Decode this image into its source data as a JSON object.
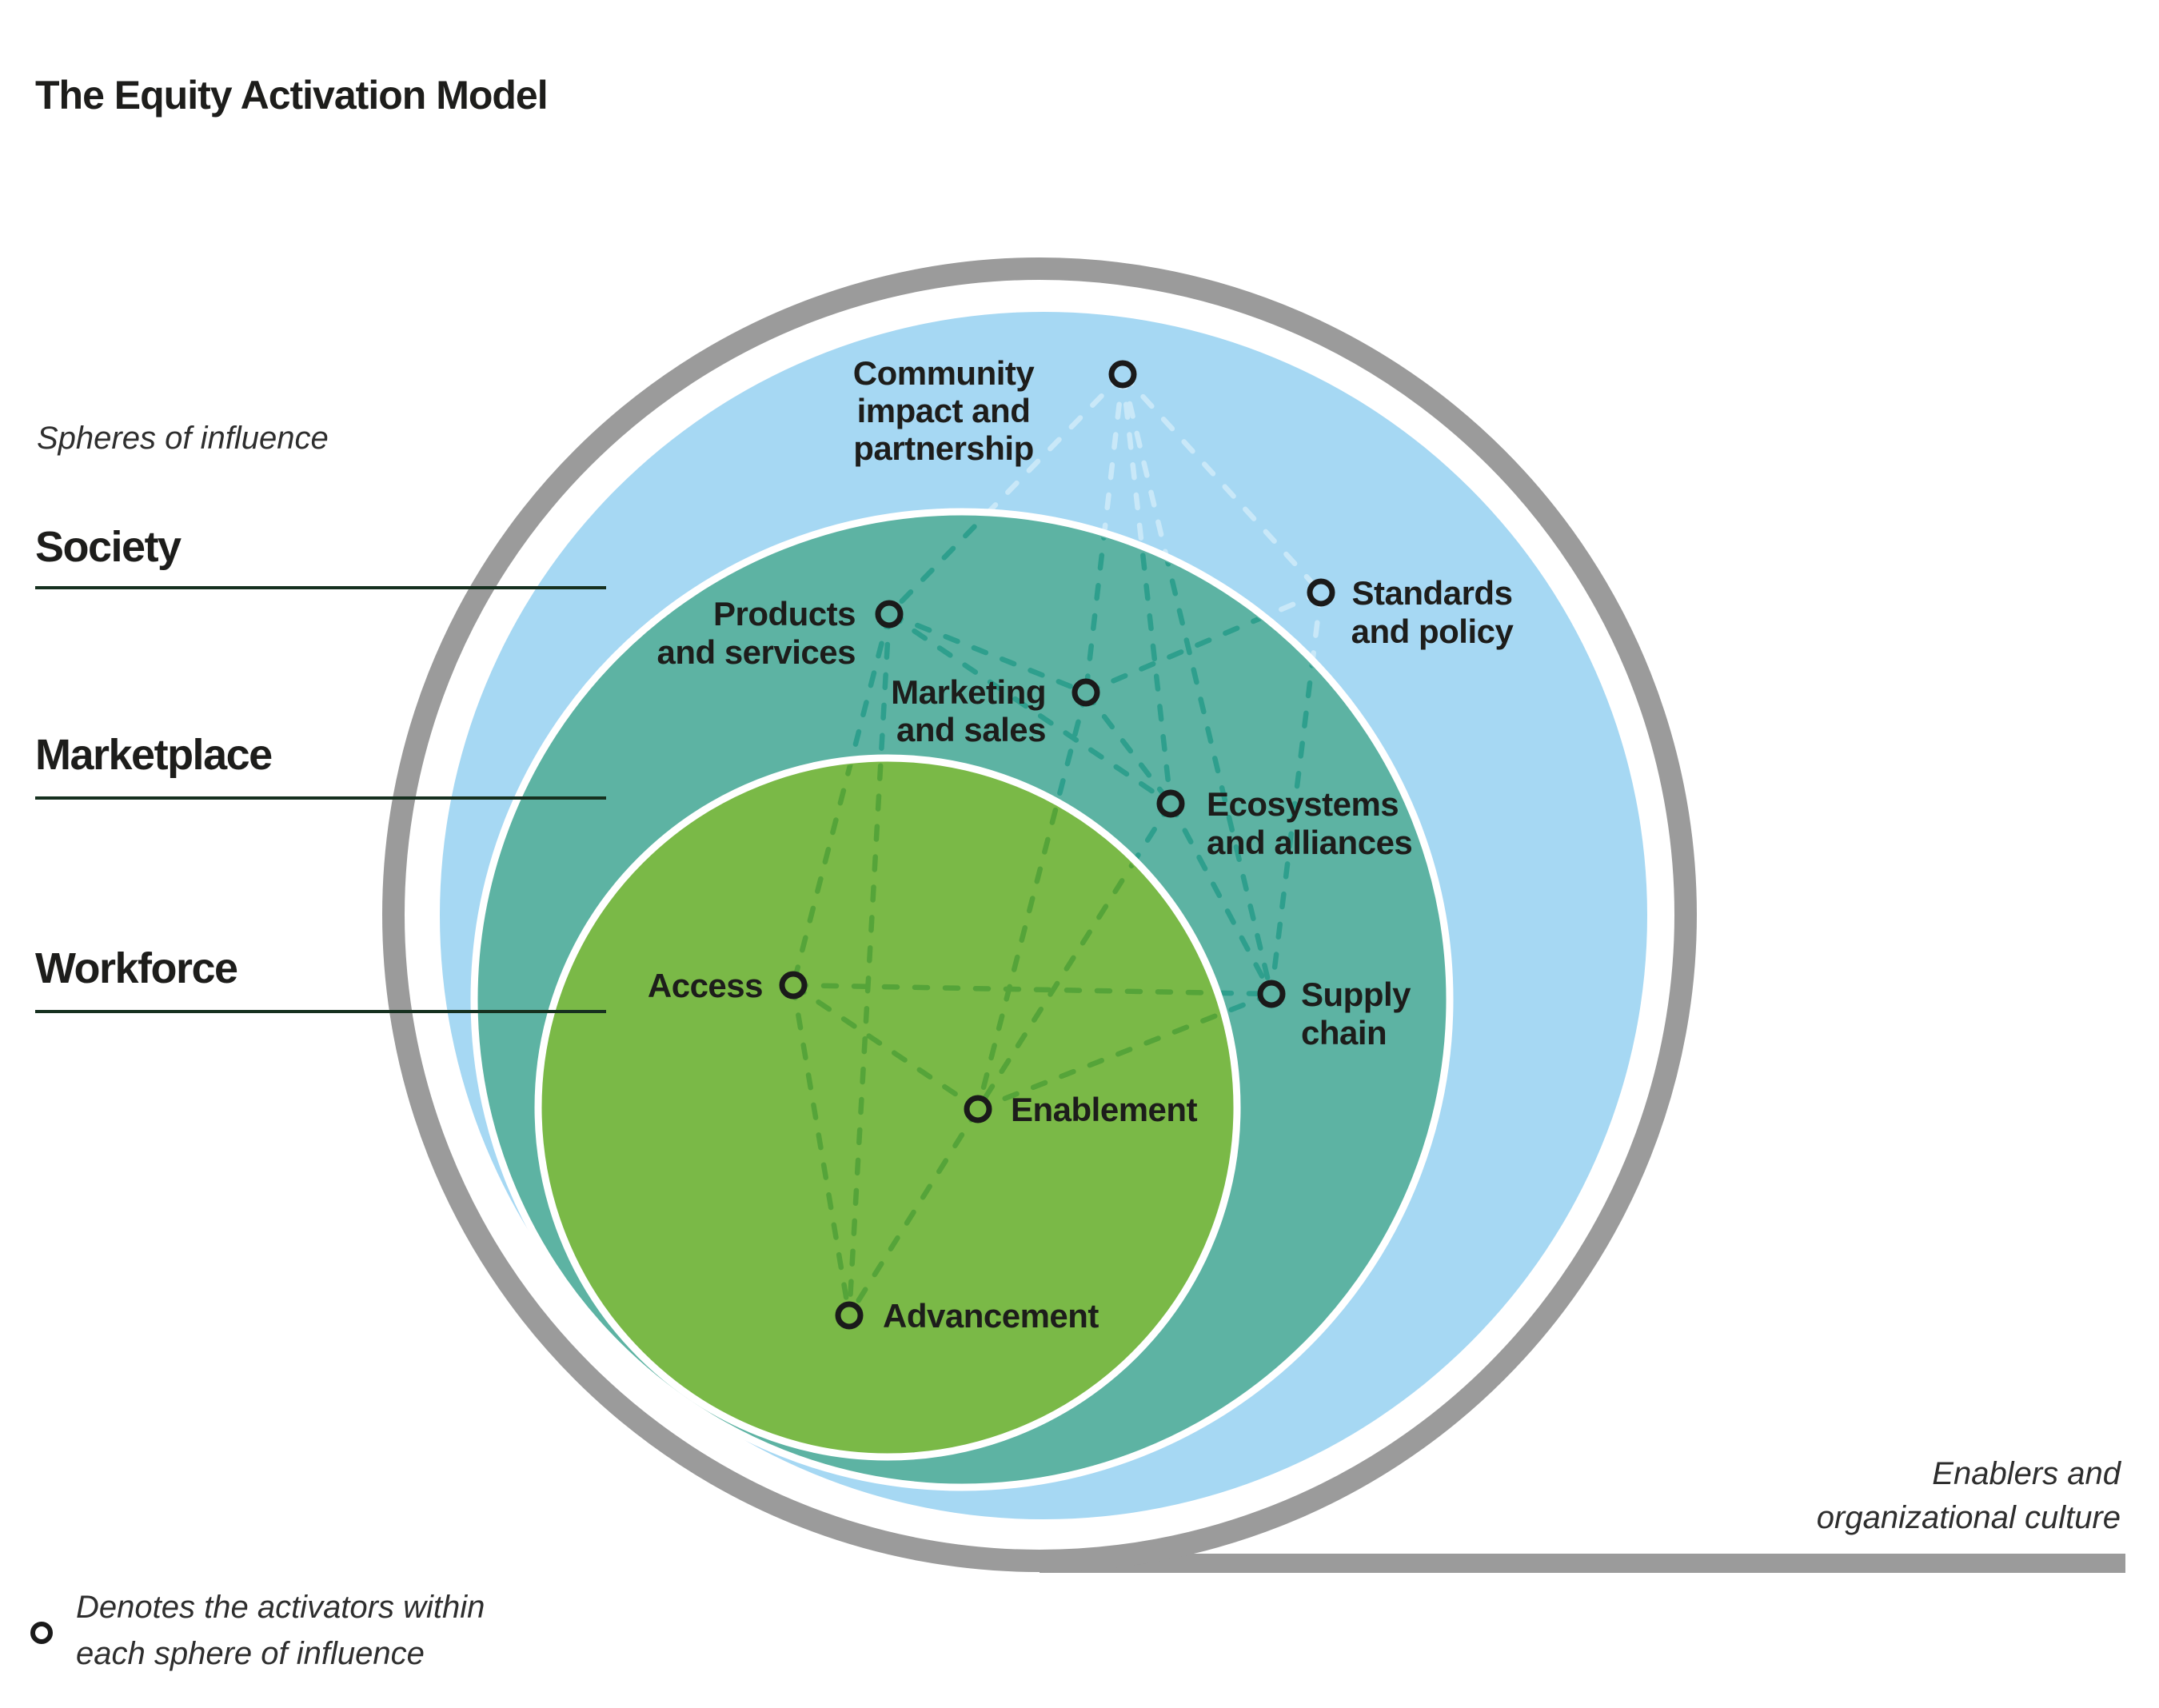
{
  "title": "The Equity Activation Model",
  "colors": {
    "society_blue": "#a6d8f3",
    "marketplace_teal": "#5db3a3",
    "workforce_green": "#7ab947",
    "enabler_gray": "#9b9b9b",
    "dash_blue": "#c9e8f8",
    "dash_teal": "#2e9f8d",
    "dash_green": "#55a439",
    "pointer_line": "#16301f",
    "marker_stroke": "#1a1a1a",
    "text": "#1d1d1b"
  },
  "annotations": {
    "spheres_caption": "Spheres of influence",
    "enablers_line1": "Enablers and",
    "enablers_line2": "organizational culture",
    "legend_line1": "Denotes the activators within",
    "legend_line2": "each sphere of influence"
  },
  "spheres": [
    {
      "name": "Society"
    },
    {
      "name": "Marketplace"
    },
    {
      "name": "Workforce"
    }
  ],
  "activators": [
    {
      "id": "community-impact-and-partnership",
      "lines": [
        "Community",
        "impact and",
        "partnership"
      ]
    },
    {
      "id": "standards-and-policy",
      "lines": [
        "Standards",
        "and policy"
      ]
    },
    {
      "id": "products-and-services",
      "lines": [
        "Products",
        "and services"
      ]
    },
    {
      "id": "marketing-and-sales",
      "lines": [
        "Marketing",
        "and sales"
      ]
    },
    {
      "id": "ecosystems-and-alliances",
      "lines": [
        "Ecosystems",
        "and alliances"
      ]
    },
    {
      "id": "supply-chain",
      "lines": [
        "Supply",
        "chain"
      ]
    },
    {
      "id": "access",
      "lines": [
        "Access"
      ]
    },
    {
      "id": "enablement",
      "lines": [
        "Enablement"
      ]
    },
    {
      "id": "advancement",
      "lines": [
        "Advancement"
      ]
    }
  ]
}
